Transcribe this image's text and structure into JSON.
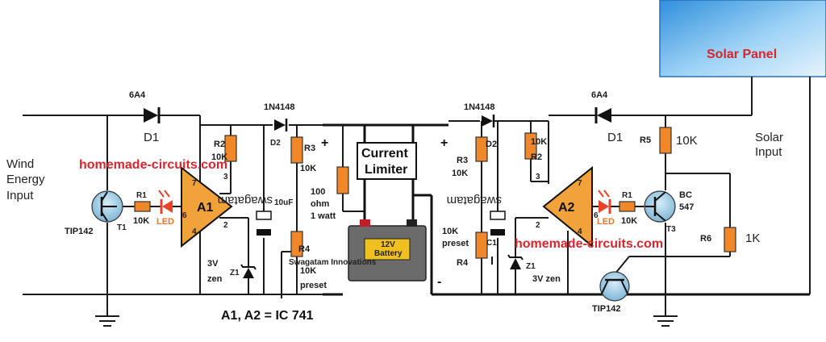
{
  "labels": {
    "solar_panel": "Solar Panel",
    "solar_input_1": "Solar",
    "solar_input_2": "Input",
    "wind_input_1": "Wind",
    "wind_input_2": "Energy",
    "wind_input_3": "Input",
    "watermark_left": "homemade-circuits.com",
    "watermark_right": "homemade-circuits.com",
    "current_limiter_1": "Current",
    "current_limiter_2": "Limiter",
    "resistor_100_1": "100",
    "resistor_100_2": "ohm",
    "resistor_100_3": "1 watt",
    "battery_1": "12V",
    "battery_2": "Battery",
    "ic_note": "A1, A2 = IC 741",
    "left": {
      "diode_6a4": "6A4",
      "d1": "D1",
      "diode_1n4148": "1N4148",
      "d2": "D2",
      "r2_name": "R2",
      "r2_val": "10K",
      "r3_name": "R3",
      "r3_val": "10K",
      "r1_name": "R1",
      "r1_val": "10K",
      "led": "LED",
      "transistor": "TIP142",
      "t1": "T1",
      "opamp": "A1",
      "pin7": "7",
      "pin3": "3",
      "pin6": "6",
      "pin2": "2",
      "pin4": "4",
      "cap": "10uF",
      "zener_1": "3V",
      "zener_2": "zen",
      "z1": "Z1",
      "r4_name": "R4",
      "r4_val": "10K",
      "r4_type": "preset",
      "plus": "+",
      "mirror_text": "swagatam",
      "brand": "Swagatam Innovations"
    },
    "right": {
      "diode_6a4": "6A4",
      "d1": "D1",
      "diode_1n4148": "1N4148",
      "d2": "D2",
      "r3_name": "R3",
      "r3_val": "10K",
      "r2_name": "R2",
      "r2_val": "10K",
      "r5_name": "R5",
      "r5_val": "10K",
      "r1_name": "R1",
      "r1_val": "10K",
      "r6_name": "R6",
      "r6_val": "1K",
      "led": "LED",
      "transistor_bc": "BC",
      "transistor_bc_2": "547",
      "t3": "T3",
      "transistor_tip": "TIP142",
      "opamp": "A2",
      "pin7": "7",
      "pin3": "3",
      "pin6": "6",
      "pin2": "2",
      "pin4": "4",
      "c1": "C1",
      "r4_name": "R4",
      "r4_val": "10K",
      "r4_type": "preset",
      "zener_1": "3V zen",
      "z1": "Z1",
      "plus": "+",
      "minus": "-",
      "mirror_text": "swagatam"
    }
  },
  "colors": {
    "wire": "#1a1a1a",
    "resistor": "#f0882a",
    "opamp": "#f2a23a",
    "transistor": "#9ec9e3",
    "solar_panel": "#3a9ae0",
    "watermark": "#d8262c",
    "led": "#e8432a"
  }
}
